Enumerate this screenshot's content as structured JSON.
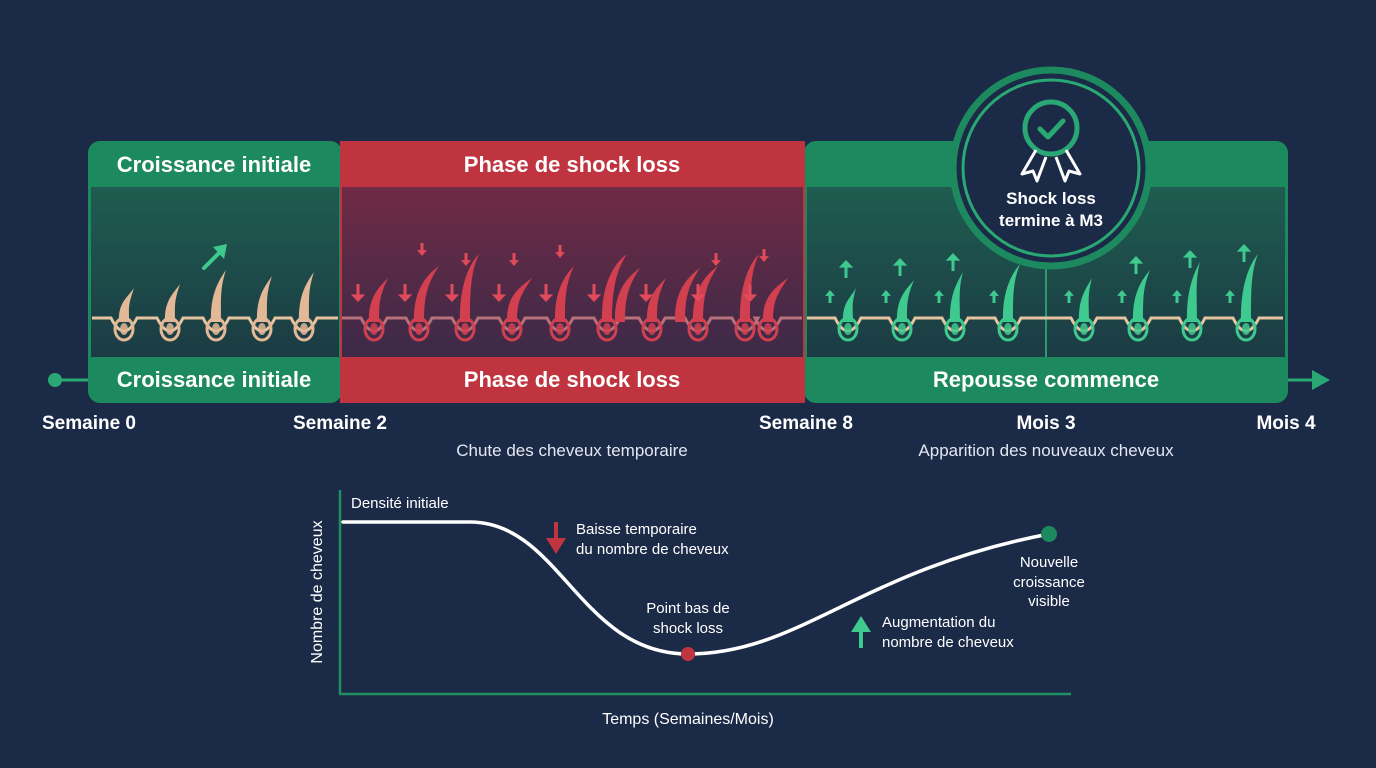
{
  "phases": [
    {
      "name": "Croissance initiale",
      "color": "#1c8a5e"
    },
    {
      "name": "Phase de shock loss",
      "color": "#c0343f"
    },
    {
      "name": "Repousse commence",
      "color": "#1c8a5e"
    }
  ],
  "timeline": {
    "ticks": [
      "Semaine 0",
      "Semaine 2",
      "Semaine 8",
      "Mois 3",
      "Mois 4"
    ],
    "captions": {
      "shock": "Chute des cheveux temporaire",
      "regrowth": "Apparition des nouveaux cheveux"
    }
  },
  "badge": {
    "line1": "Shock loss",
    "line2": "termine à M3",
    "icon": "certified-check-icon"
  },
  "graph": {
    "y_axis_label": "Nombre de cheveux",
    "x_axis_label": "Temps (Semaines/Mois)",
    "annotations": {
      "start": "Densité initiale",
      "drop_line1": "Baisse temporaire",
      "drop_line2": "du nombre de cheveux",
      "low_line1": "Point bas de",
      "low_line2": "shock loss",
      "rise_line1": "Augmentation du",
      "rise_line2": "nombre de cheveux",
      "end_line1": "Nouvelle",
      "end_line2": "croissance",
      "end_line3": "visible"
    }
  },
  "colors": {
    "background": "#1b2a46",
    "green": "#1c8a5e",
    "green_light": "#3ec98e",
    "red": "#c0343f",
    "hair_initial": "#e2b896",
    "skin_line": "#e6c49f"
  }
}
